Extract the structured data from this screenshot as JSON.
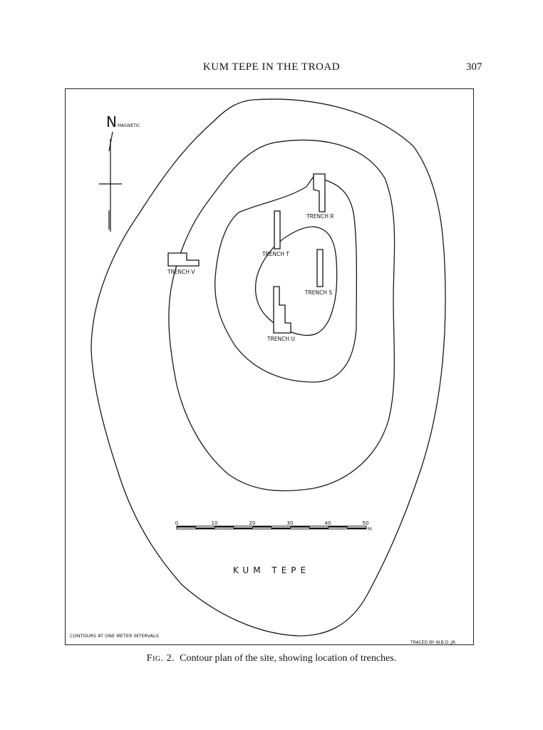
{
  "header": {
    "running_title": "KUM TEPE IN THE TROAD",
    "page_number": "307"
  },
  "figure": {
    "north_label": "N",
    "north_note": "MAGNETIC",
    "trenches": {
      "r": "TRENCH R",
      "t": "TRENCH T",
      "s": "TRENCH S",
      "u": "TRENCH U",
      "v": "TRENCH V"
    },
    "scale": {
      "ticks": [
        "0",
        "10",
        "20",
        "30",
        "40",
        "50"
      ],
      "unit": "M."
    },
    "site_name": "KUM TEPE",
    "contour_note": "CONTOURS AT ONE METER INTERVALS",
    "credit": "TRACED BY W.B.D.,JR."
  },
  "caption": {
    "fig_label": "Fig. 2.",
    "text": "Contour plan of the site, showing location of trenches."
  }
}
